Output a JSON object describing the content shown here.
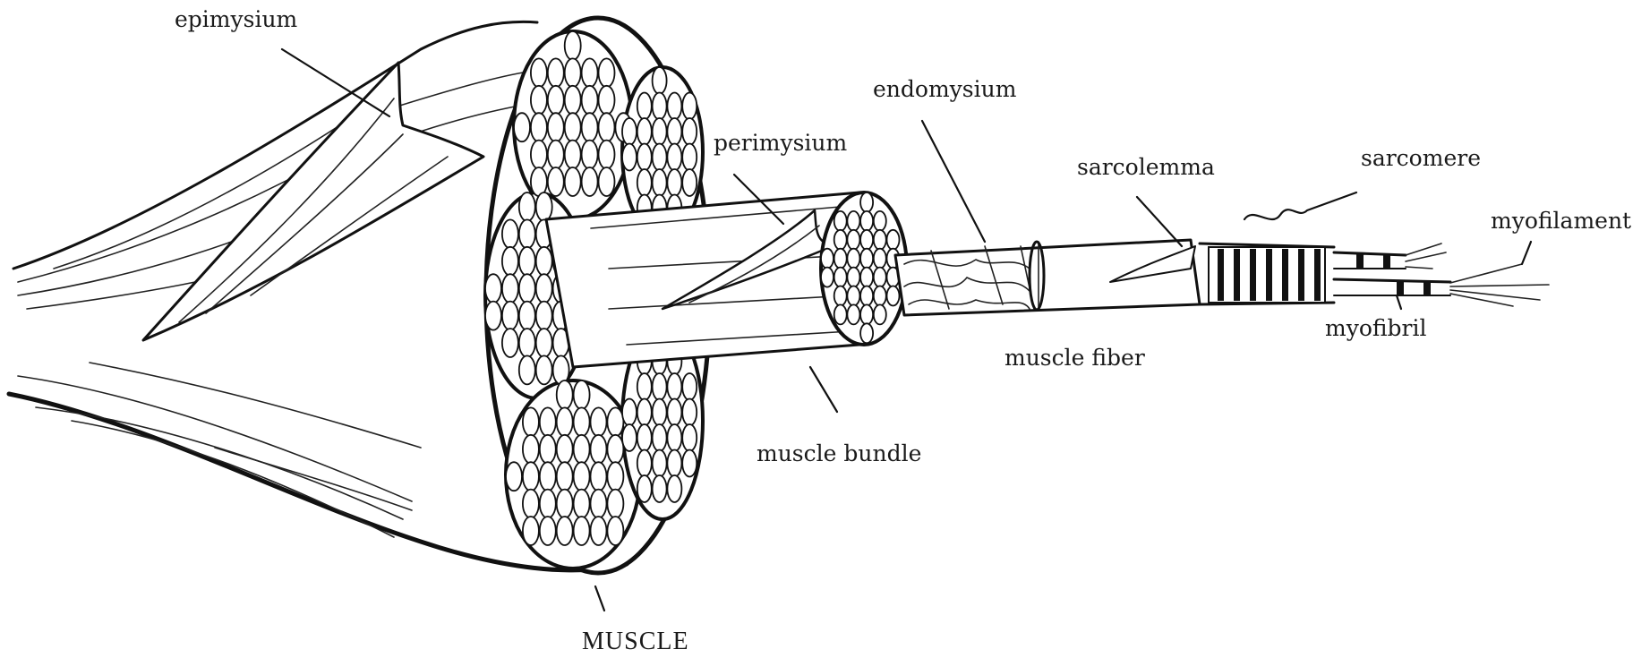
{
  "labels": {
    "epimysium": "epimysium",
    "endomysium": "endomysium",
    "perimysium": "perimysium",
    "sarcolemma": "sarcolemma",
    "sarcomere": "sarcomere",
    "myofilament": "myofilament",
    "myofibril": "myofibril",
    "muscle_fiber": "muscle fiber",
    "muscle_bundle": "muscle bundle",
    "muscle": "MUSCLE"
  },
  "colors": {
    "ink": "#111111",
    "paper": "#ffffff"
  }
}
